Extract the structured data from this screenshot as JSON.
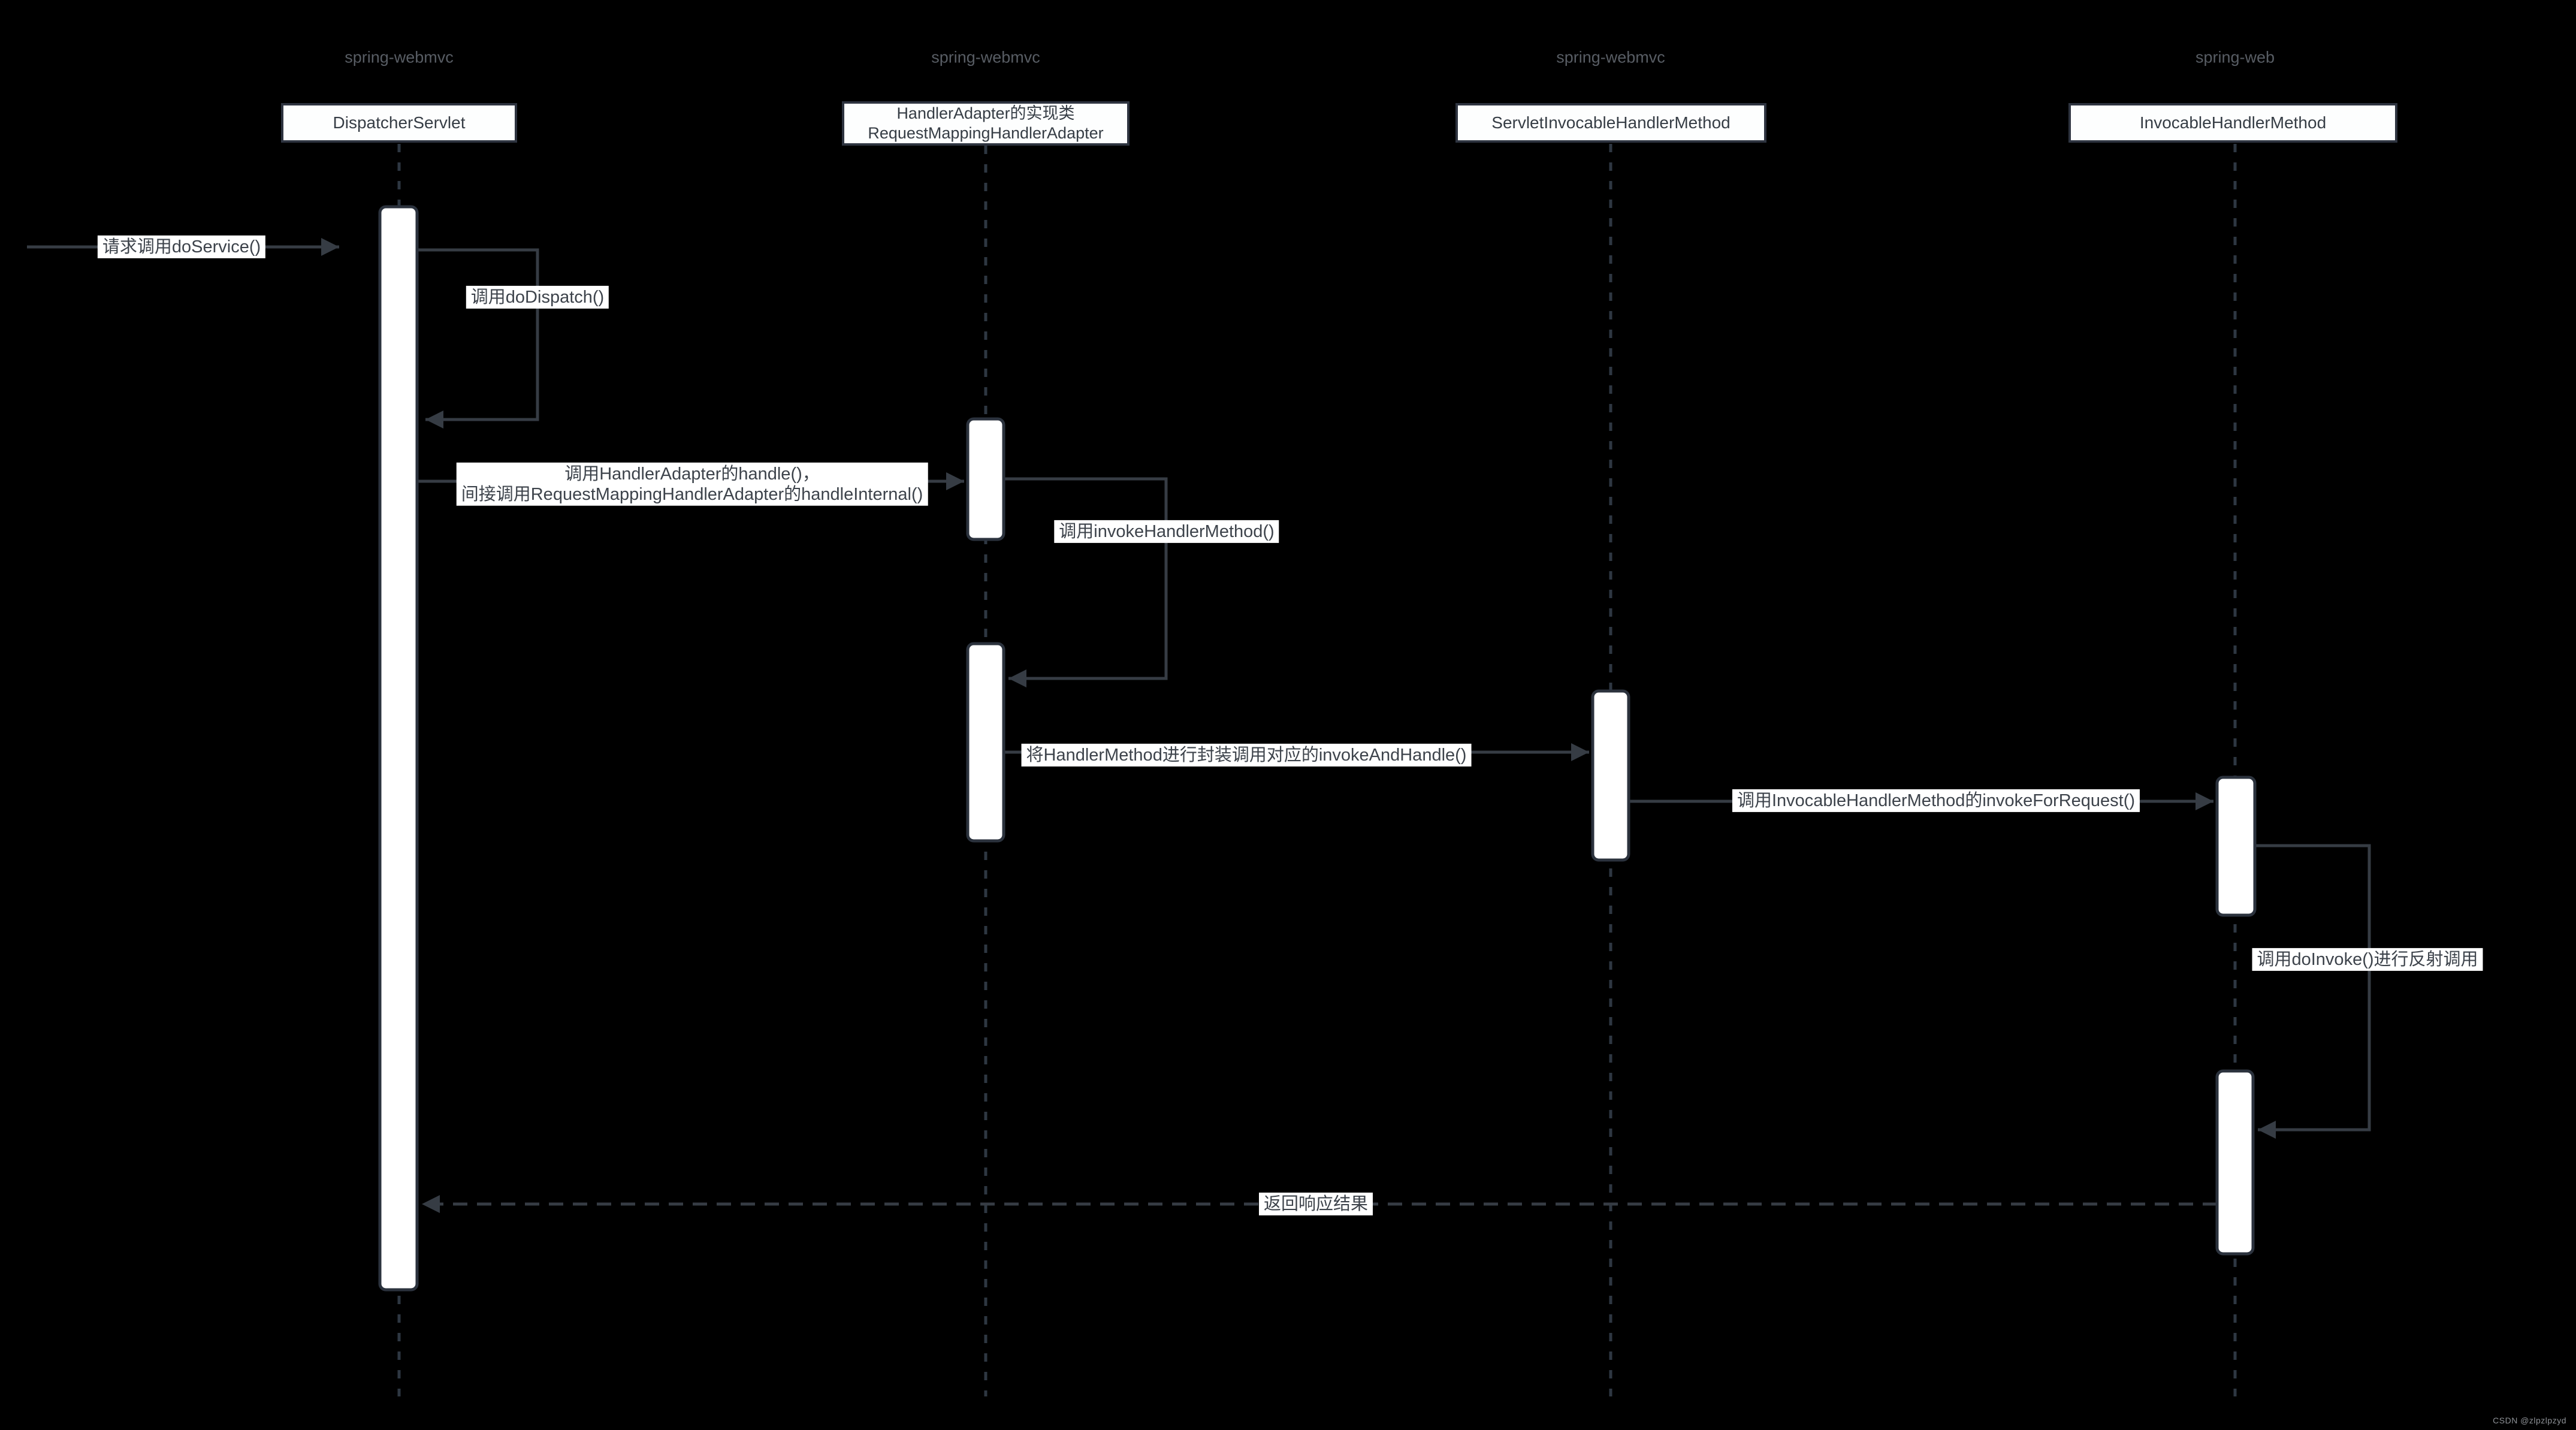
{
  "diagram": {
    "type": "uml-sequence-diagram",
    "topic": "Spring MVC request handling call chain",
    "background_color": "#000000",
    "line_color": "#363c44",
    "lifeline_color": "#2e3742",
    "activation_fill": "#ffffff",
    "watermark": "CSDN @zlpzlpzyd"
  },
  "lifelines": [
    {
      "group": "spring-webmvc",
      "name": "DispatcherServlet",
      "name_lines": [
        "DispatcherServlet"
      ]
    },
    {
      "group": "spring-webmvc",
      "name": "HandlerAdapter的实现类 RequestMappingHandlerAdapter",
      "name_lines": [
        "HandlerAdapter的实现类",
        "RequestMappingHandlerAdapter"
      ]
    },
    {
      "group": "spring-webmvc",
      "name": "ServletInvocableHandlerMethod",
      "name_lines": [
        "ServletInvocableHandlerMethod"
      ]
    },
    {
      "group": "spring-web",
      "name": "InvocableHandlerMethod",
      "name_lines": [
        "InvocableHandlerMethod"
      ]
    }
  ],
  "messages": [
    {
      "label": "请求调用doService()",
      "from": "client",
      "to": "DispatcherServlet",
      "kind": "sync"
    },
    {
      "label": "调用doDispatch()",
      "from": "DispatcherServlet",
      "to": "DispatcherServlet",
      "kind": "self"
    },
    {
      "label_line1": "调用HandlerAdapter的handle()，",
      "label_line2": "间接调用RequestMappingHandlerAdapter的handleInternal()",
      "from": "DispatcherServlet",
      "to": "RequestMappingHandlerAdapter",
      "kind": "sync"
    },
    {
      "label": "调用invokeHandlerMethod()",
      "from": "RequestMappingHandlerAdapter",
      "to": "RequestMappingHandlerAdapter",
      "kind": "self"
    },
    {
      "label": "将HandlerMethod进行封装调用对应的invokeAndHandle()",
      "from": "RequestMappingHandlerAdapter",
      "to": "ServletInvocableHandlerMethod",
      "kind": "sync"
    },
    {
      "label": "调用InvocableHandlerMethod的invokeForRequest()",
      "from": "ServletInvocableHandlerMethod",
      "to": "InvocableHandlerMethod",
      "kind": "sync"
    },
    {
      "label": "调用doInvoke()进行反射调用",
      "from": "InvocableHandlerMethod",
      "to": "InvocableHandlerMethod",
      "kind": "self"
    },
    {
      "label": "返回响应结果",
      "from": "InvocableHandlerMethod",
      "to": "DispatcherServlet",
      "kind": "return-dashed"
    }
  ]
}
